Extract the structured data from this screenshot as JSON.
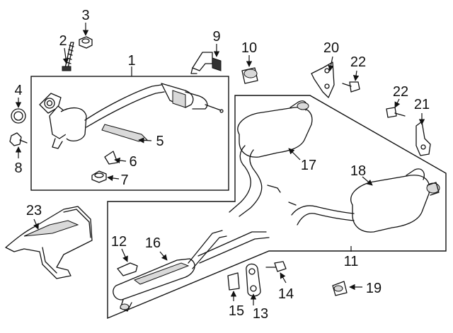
{
  "callouts": {
    "c1": "1",
    "c2": "2",
    "c3": "3",
    "c4": "4",
    "c5": "5",
    "c6": "6",
    "c7": "7",
    "c8": "8",
    "c9": "9",
    "c10": "10",
    "c11": "11",
    "c12": "12",
    "c13": "13",
    "c14": "14",
    "c15": "15",
    "c16": "16",
    "c17": "17",
    "c18": "18",
    "c19": "19",
    "c20": "20",
    "c21": "21",
    "c22a": "22",
    "c22b": "22",
    "c23": "23"
  }
}
